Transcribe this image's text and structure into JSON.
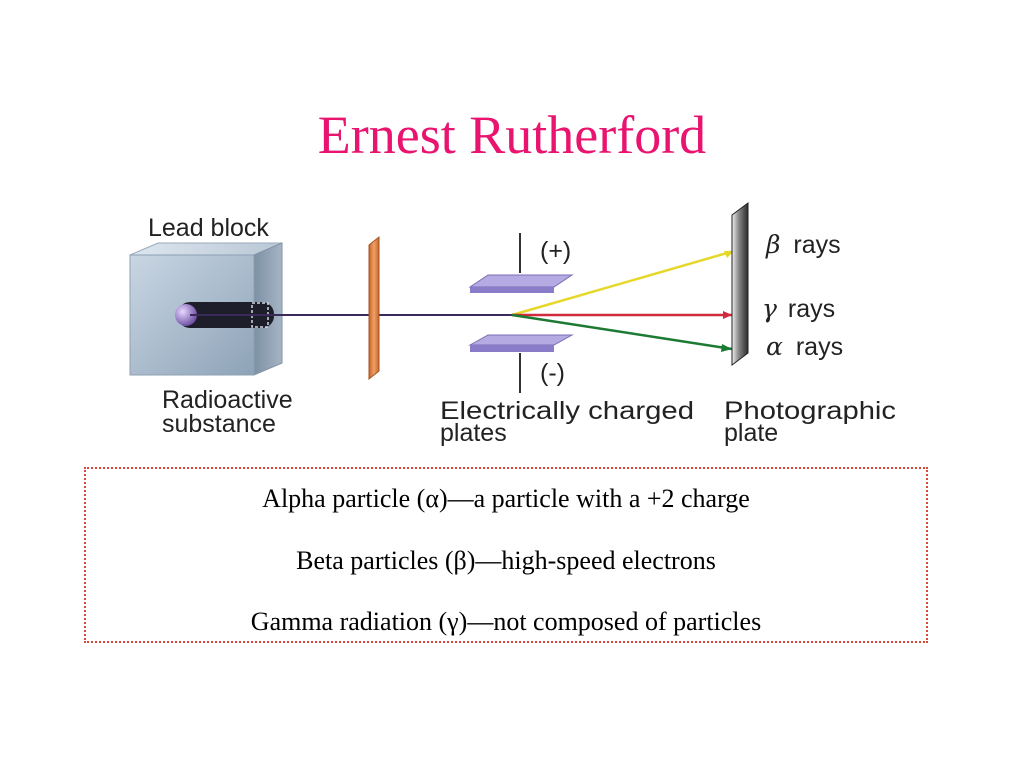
{
  "slide": {
    "title": "Ernest Rutherford",
    "title_color": "#e8146f"
  },
  "diagram": {
    "lead_block_label": "Lead block",
    "radioactive_label_1": "Radioactive",
    "radioactive_label_2": "substance",
    "positive_plate_label": "(+)",
    "negative_plate_label": "(-)",
    "plates_label_1": "Electrically charged",
    "plates_label_2": "plates",
    "photo_label_1": "Photographic",
    "photo_label_2": "plate",
    "beta_symbol": "β",
    "gamma_symbol": "γ",
    "alpha_symbol": "α",
    "rays_word": "rays",
    "colors": {
      "beta_ray": "#e6d82a",
      "gamma_ray": "#d02a3c",
      "alpha_ray": "#1d7a33",
      "beam": "#3a2a5a",
      "plates": "#9b8ed0",
      "shield": "#e08a4c",
      "lead": "#b7c6d6"
    }
  },
  "info_box": {
    "lines": [
      "Alpha particle (α)—a particle with a +2 charge",
      "Beta particles (β)—high-speed electrons",
      "Gamma radiation (γ)—not composed of particles"
    ],
    "border_color": "#d9483b"
  }
}
